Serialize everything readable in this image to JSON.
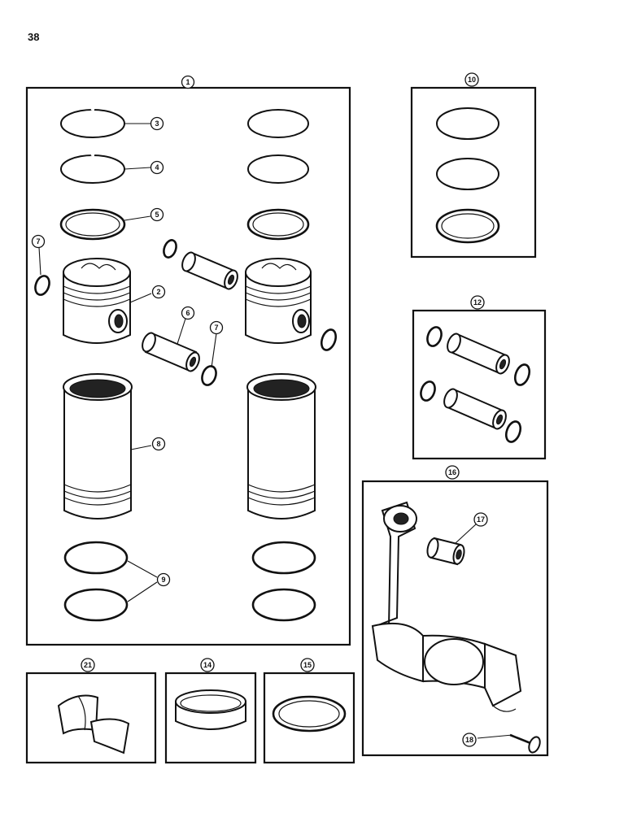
{
  "page": {
    "number": "38"
  },
  "callouts": [
    {
      "id": "c1",
      "label": "1"
    },
    {
      "id": "c2",
      "label": "2"
    },
    {
      "id": "c3",
      "label": "3"
    },
    {
      "id": "c4",
      "label": "4"
    },
    {
      "id": "c5",
      "label": "5"
    },
    {
      "id": "c6",
      "label": "6"
    },
    {
      "id": "c7a",
      "label": "7"
    },
    {
      "id": "c7b",
      "label": "7"
    },
    {
      "id": "c8",
      "label": "8"
    },
    {
      "id": "c9",
      "label": "9"
    },
    {
      "id": "c10",
      "label": "10"
    },
    {
      "id": "c12",
      "label": "12"
    },
    {
      "id": "c14",
      "label": "14"
    },
    {
      "id": "c15",
      "label": "15"
    },
    {
      "id": "c16",
      "label": "16"
    },
    {
      "id": "c17",
      "label": "17"
    },
    {
      "id": "c18",
      "label": "18"
    },
    {
      "id": "c21",
      "label": "21"
    }
  ]
}
